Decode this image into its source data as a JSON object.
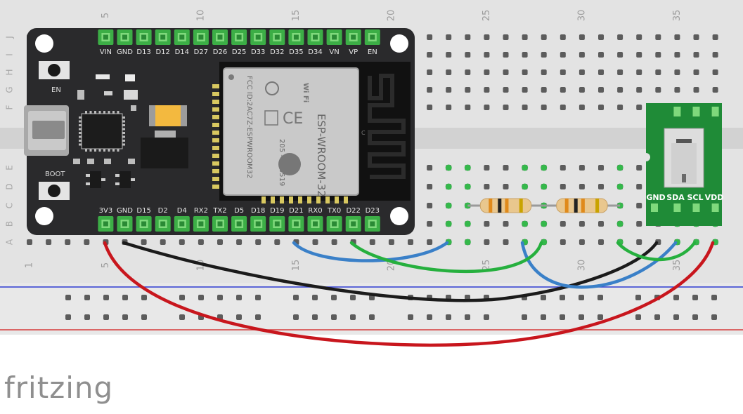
{
  "breadboard": {
    "columns": 37,
    "column_numbers": [
      "5",
      "10",
      "15",
      "20",
      "25",
      "30",
      "35"
    ],
    "column_numbers_bottom": [
      "1",
      "5",
      "10",
      "15",
      "20",
      "25",
      "30",
      "35"
    ],
    "row_letters_top": [
      "J",
      "I",
      "H",
      "G",
      "F"
    ],
    "row_letters_bottom": [
      "E",
      "D",
      "C",
      "B",
      "A"
    ]
  },
  "esp32": {
    "top_pins": [
      "VIN",
      "GND",
      "D13",
      "D12",
      "D14",
      "D27",
      "D26",
      "D25",
      "D33",
      "D32",
      "D35",
      "D34",
      "VN",
      "VP",
      "EN"
    ],
    "bottom_pins": [
      "3V3",
      "GND",
      "D15",
      "D2",
      "D4",
      "RX2",
      "TX2",
      "D5",
      "D18",
      "D19",
      "D21",
      "RX0",
      "TX0",
      "D22",
      "D23"
    ],
    "button_en": "EN",
    "button_boot": "BOOT",
    "module_label": "ESP-WROOM-32",
    "module_fcc": "FCC ID:2AC7Z-ESPWROOM32",
    "module_cert": "205 - 000519",
    "module_wifi": "Wi Fi"
  },
  "sensor": {
    "pins": [
      "GND",
      "SDA",
      "SCL",
      "VDD"
    ]
  },
  "wire_colors": {
    "red": "#c8161d",
    "black": "#1b1b1b",
    "blue": "#3a80c8",
    "green": "#26b03e"
  },
  "logo": {
    "text": "fritzing"
  }
}
